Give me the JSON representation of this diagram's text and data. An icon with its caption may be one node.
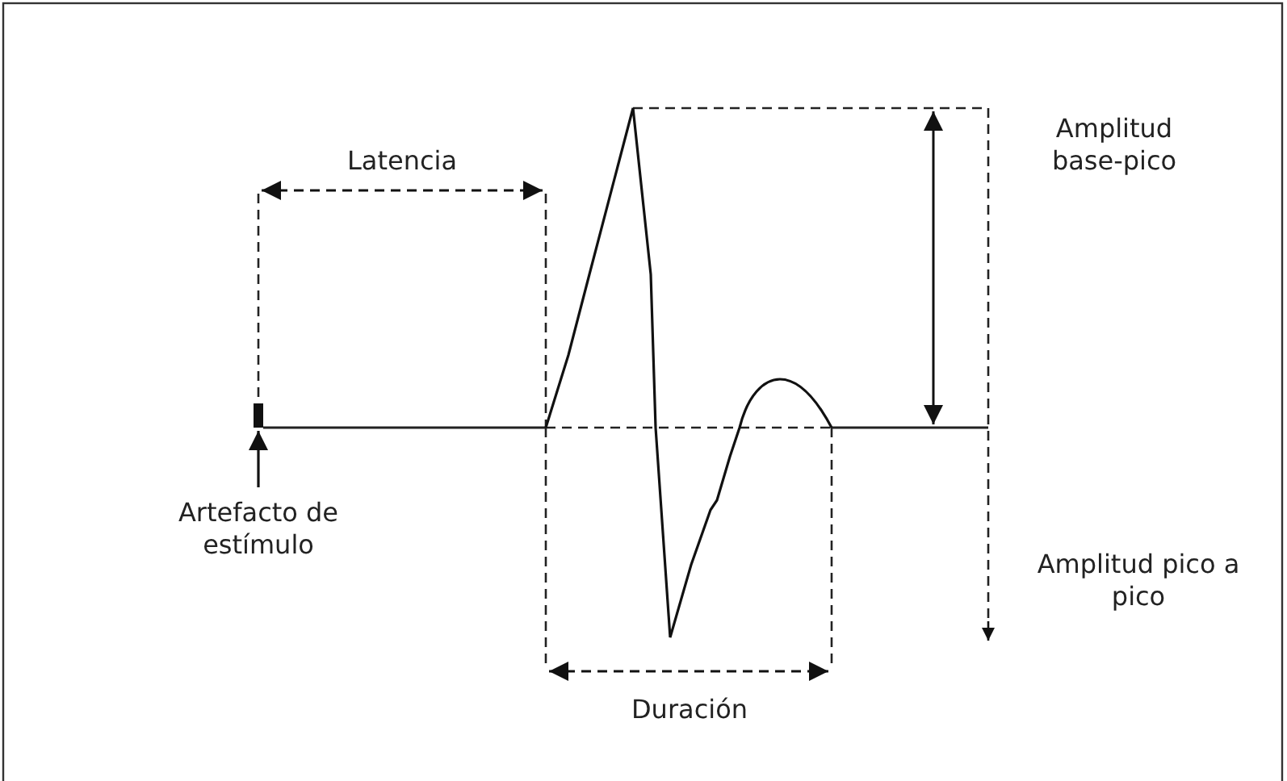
{
  "diagram": {
    "nodes": [
      {
        "text": [],
        "shape": "bar"
      },
      {
        "text": [
          "Artefacto de estímulo"
        ]
      }
    ],
    "edges": [
      {
        "from": 1,
        "to": 0,
        "arrow": "to"
      }
    ],
    "labels": [
      "Latencia",
      "Amplitud base-pico",
      "Amplitud pico a pico",
      "Duración"
    ]
  }
}
